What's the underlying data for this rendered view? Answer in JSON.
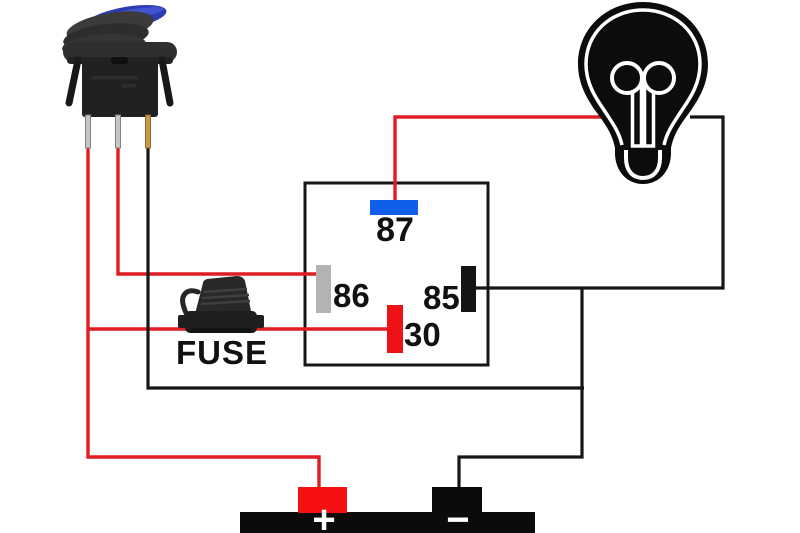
{
  "diagram": {
    "relay": {
      "terminals": [
        {
          "id": "87",
          "color": "#0f5fe8"
        },
        {
          "id": "86",
          "color": "#b3b3b3"
        },
        {
          "id": "85",
          "color": "#141414"
        },
        {
          "id": "30",
          "color": "#ee1217"
        }
      ]
    },
    "fuse": {
      "label": "FUSE"
    },
    "battery": {
      "positive_label": "+",
      "negative_label": "−",
      "body_color": "#0b0b0b",
      "positive_terminal_color": "#f51111",
      "negative_terminal_color": "#0b0b0b"
    },
    "switch": {
      "icon": "rocker-switch-icon",
      "rocker_color": "#2c3bb0"
    },
    "bulb": {
      "icon": "light-bulb-icon"
    },
    "colors": {
      "wire_red": "#e01d22",
      "wire_black": "#161616",
      "relay_border": "#161616",
      "background": "#ffffff",
      "label_text": "#111111",
      "battery_text": "#ffffff"
    }
  }
}
